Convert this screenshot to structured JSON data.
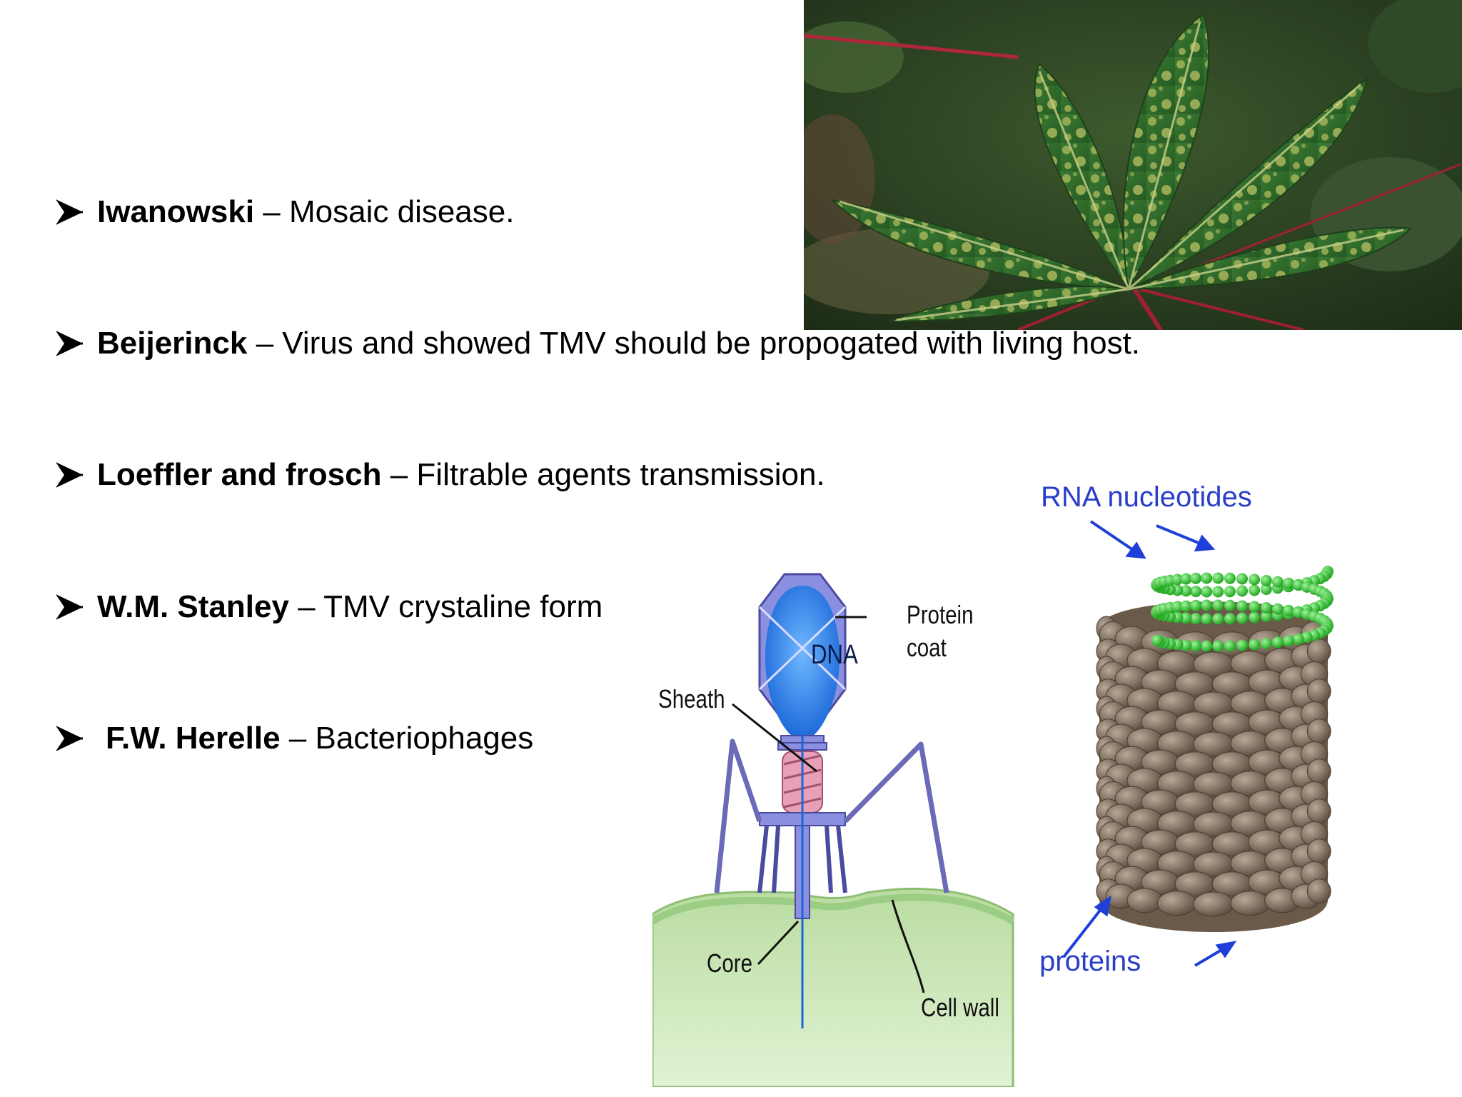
{
  "bullets": [
    {
      "name": "Iwanowski",
      "desc": " – Mosaic disease."
    },
    {
      "name": "Beijerinck",
      "desc": " – Virus and showed TMV  should be propogated with living host."
    },
    {
      "name": "Loeffler and frosch",
      "desc": " – Filtrable agents transmission."
    },
    {
      "name": "W.M. Stanley",
      "desc": " – TMV crystaline form"
    },
    {
      "name": "F.W. Herelle",
      "desc": " – Bacteriophages"
    }
  ],
  "phage_labels": {
    "dna": "DNA",
    "protein": "Protein",
    "coat": "coat",
    "sheath": "Sheath",
    "core": "Core",
    "cell_wall": "Cell wall"
  },
  "tmv_labels": {
    "rna": "RNA nucleotides",
    "proteins": "proteins"
  },
  "colors": {
    "text": "#000000",
    "tmv_label": "#2a3fc8",
    "rna_bead": "#33cc33",
    "protein_bead": "#7a6a5a",
    "cell": "#cfe8b8",
    "capsid": "#7b7fd0",
    "dna": "#1e6fe0",
    "sheath": "#e8a0b8"
  }
}
